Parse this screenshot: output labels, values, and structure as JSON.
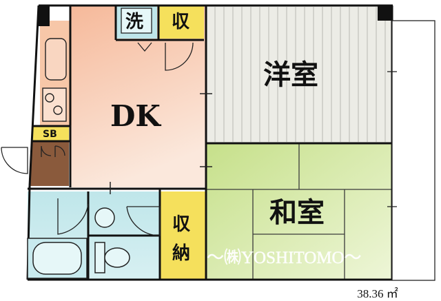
{
  "rooms": {
    "western": "洋室",
    "japanese": "和室",
    "dk": "DK",
    "laundry": "洗",
    "storage_small": "収",
    "storage_closet_line1": "収",
    "storage_closet_line2": "納",
    "shoe_box": "SB"
  },
  "area": "38.36 ㎡",
  "watermark": "〜㈱YOSHITOMO〜",
  "colors": {
    "dk_floor": "#f7c7a8",
    "western_floor": "#ecece6",
    "japanese_floor": "#cfe59a",
    "bath_floor": "#bfe6ea",
    "storage": "#f5e05c",
    "genkan": "#8a5a3c"
  }
}
